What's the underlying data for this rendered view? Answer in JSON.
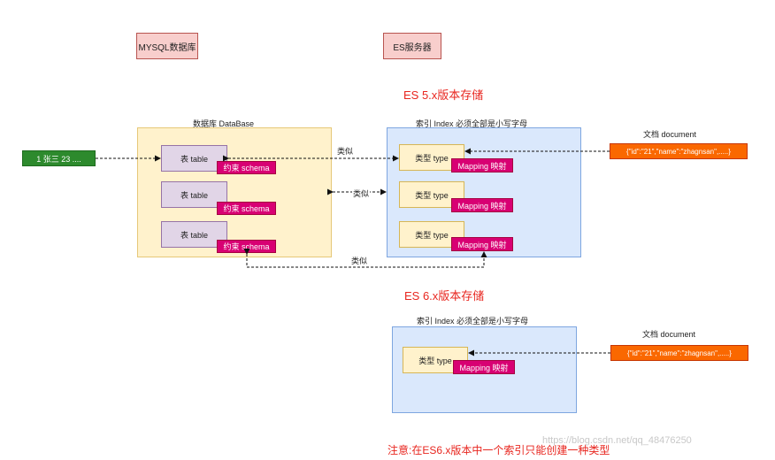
{
  "headers": {
    "mysql": "MYSQL数据库",
    "es": "ES服务器"
  },
  "es5": {
    "title": "ES 5.x版本存储",
    "db_caption": "数据库 DataBase",
    "index_caption": "索引 Index 必须全部是小写字母",
    "doc_caption": "文档 document",
    "doc_value": "{\"id\":\"21\",\"name\":\"zhagnsan\",.....}",
    "row_value": "1 张三 23 ....",
    "table_label": "表 table",
    "schema_label": "约束 schema",
    "type_label": "类型 type",
    "mapping_label": "Mapping 映射",
    "similar_label": "类似"
  },
  "es6": {
    "title": "ES 6.x版本存储",
    "index_caption": "索引 Index 必须全部是小写字母",
    "doc_caption": "文档 document",
    "doc_value": "{\"id\":\"21\",\"name\":\"zhagnsan\",.....}",
    "type_label": "类型 type",
    "mapping_label": "Mapping 映射"
  },
  "note": "注意:在ES6.x版本中一个索引只能创建一种类型",
  "watermark": "https://blog.csdn.net/qq_48476250",
  "colors": {
    "red_text": "#e8261f",
    "db_panel": "#fff2cc",
    "es_panel": "#dae8fc",
    "table_box": "#e1d5e7",
    "tag": "#d80073",
    "doc": "#fa6800",
    "row": "#2d8a2d"
  }
}
